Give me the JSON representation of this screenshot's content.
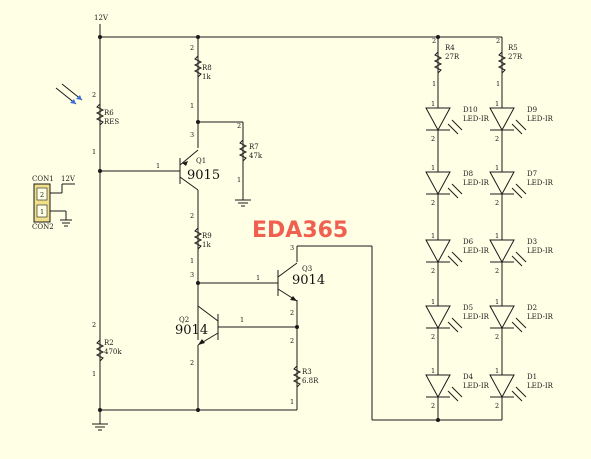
{
  "watermark": "EDA365",
  "supply": {
    "top_label": "12V",
    "connector_label": "12V"
  },
  "connector": {
    "top_name": "CON1",
    "bottom_name": "CON2",
    "pin_a": "2",
    "pin_b": "1"
  },
  "resistors": {
    "r6": {
      "name": "R6",
      "value": "RES"
    },
    "r8": {
      "name": "R8",
      "value": "1k"
    },
    "r7": {
      "name": "R7",
      "value": "47k"
    },
    "r9": {
      "name": "R9",
      "value": "1k"
    },
    "r2": {
      "name": "R2",
      "value": "470k"
    },
    "r3": {
      "name": "R3",
      "value": "6.8R"
    },
    "r4": {
      "name": "R4",
      "value": "27R"
    },
    "r5": {
      "name": "R5",
      "value": "27R"
    }
  },
  "transistors": {
    "q1": {
      "name": "Q1",
      "part": "9015"
    },
    "q2": {
      "name": "Q2",
      "part": "9014"
    },
    "q3": {
      "name": "Q3",
      "part": "9014"
    }
  },
  "leds": [
    {
      "name": "D10",
      "value": "LED-IR"
    },
    {
      "name": "D9",
      "value": "LED-IR"
    },
    {
      "name": "D8",
      "value": "LED-IR"
    },
    {
      "name": "D7",
      "value": "LED-IR"
    },
    {
      "name": "D6",
      "value": "LED-IR"
    },
    {
      "name": "D3",
      "value": "LED-IR"
    },
    {
      "name": "D5",
      "value": "LED-IR"
    },
    {
      "name": "D2",
      "value": "LED-IR"
    },
    {
      "name": "D4",
      "value": "LED-IR"
    },
    {
      "name": "D1",
      "value": "LED-IR"
    }
  ],
  "pins": {
    "one": "1",
    "two": "2",
    "three": "3"
  }
}
